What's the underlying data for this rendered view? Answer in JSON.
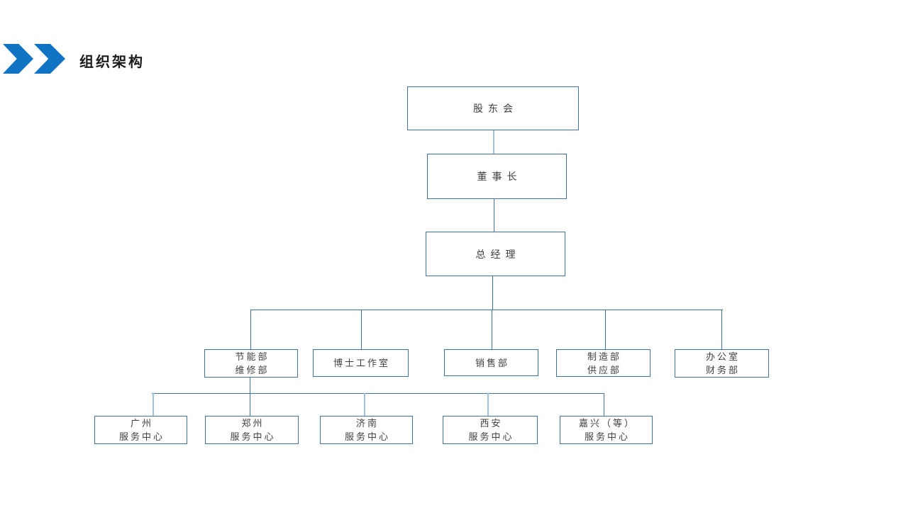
{
  "slide": {
    "title": "组织架构"
  },
  "colors": {
    "accent_blue": "#1173C4",
    "box_border": "#41719C",
    "connector_dark": "#41719C",
    "connector_light": "#9DC3E6",
    "node_text": "#404040"
  },
  "org_chart": {
    "nodes": {
      "shareholders": {
        "line1": "股东会"
      },
      "chairman": {
        "line1": "董事长"
      },
      "general_manager": {
        "line1": "总经理"
      },
      "energy_maintenance": {
        "line1": "节能部",
        "line2": "维修部"
      },
      "doctor_studio": {
        "line1": "博士工作室"
      },
      "sales": {
        "line1": "销售部"
      },
      "manufacturing_supply": {
        "line1": "制造部",
        "line2": "供应部"
      },
      "office_finance": {
        "line1": "办公室",
        "line2": "财务部"
      },
      "guangzhou_center": {
        "line1": "广州",
        "line2": "服务中心"
      },
      "zhengzhou_center": {
        "line1": "郑州",
        "line2": "服务中心"
      },
      "jinan_center": {
        "line1": "济南",
        "line2": "服务中心"
      },
      "xian_center": {
        "line1": "西安",
        "line2": "服务中心"
      },
      "jiaxing_center": {
        "line1": "嘉兴（等）",
        "line2": "服务中心"
      }
    },
    "edges": [
      {
        "from": "shareholders",
        "to": "chairman"
      },
      {
        "from": "chairman",
        "to": "general_manager"
      },
      {
        "from": "general_manager",
        "to": "energy_maintenance"
      },
      {
        "from": "general_manager",
        "to": "doctor_studio"
      },
      {
        "from": "general_manager",
        "to": "sales"
      },
      {
        "from": "general_manager",
        "to": "manufacturing_supply"
      },
      {
        "from": "general_manager",
        "to": "office_finance"
      },
      {
        "from": "energy_maintenance",
        "to": "guangzhou_center"
      },
      {
        "from": "energy_maintenance",
        "to": "zhengzhou_center"
      },
      {
        "from": "energy_maintenance",
        "to": "jinan_center"
      },
      {
        "from": "energy_maintenance",
        "to": "xian_center"
      },
      {
        "from": "energy_maintenance",
        "to": "jiaxing_center"
      }
    ]
  }
}
